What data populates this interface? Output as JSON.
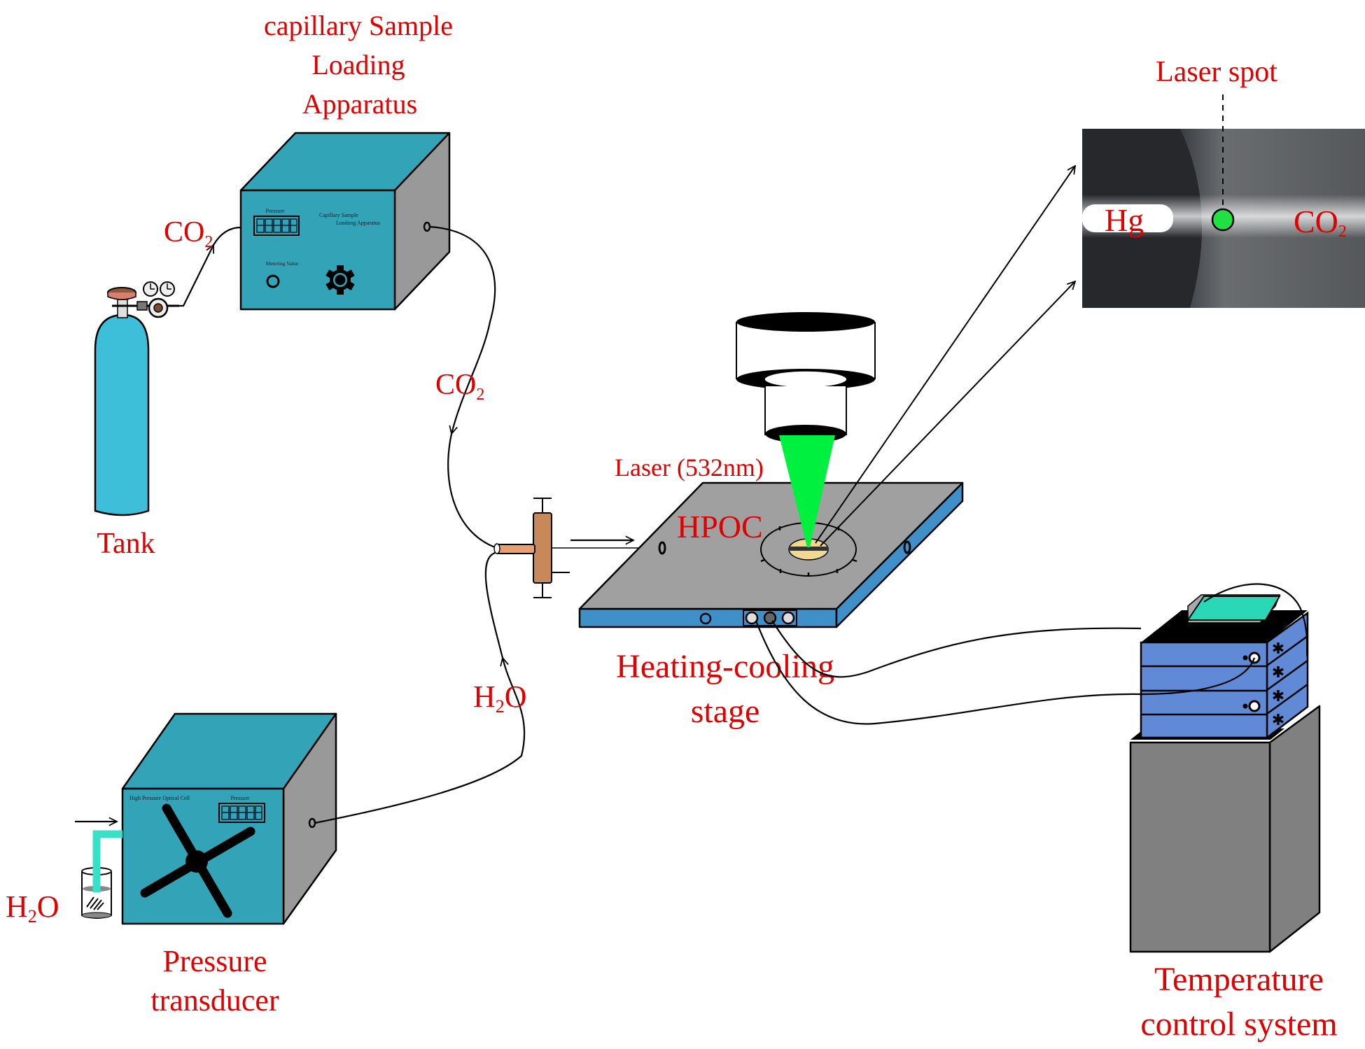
{
  "title": "Experimental setup: high-pressure optical cell with laser Raman measurement",
  "colors": {
    "label_red": "#e00000",
    "teal_box": "#33a3b8",
    "grey_side": "#999999",
    "tank": "#3dbfda",
    "laser_green": "#00f040",
    "stage_top": "#a0a0a0",
    "stage_edge": "#3f8fc8",
    "valve_brown": "#c8885a",
    "rack_blue": "#6089d6",
    "screen_cyan": "#2ad8b8"
  },
  "components": {
    "loader": {
      "label_lines": [
        "capillary Sample",
        "Loading",
        "Apparatus"
      ],
      "panel_title_line1": "Capillary Sample",
      "panel_title_line2": "Loadong  Apparatus",
      "display_label": "Pressure",
      "knob_label": "Metering  Value"
    },
    "tank": {
      "label": "Tank"
    },
    "transducer": {
      "label_lines": [
        "Pressure",
        "transducer"
      ],
      "panel_title": "High Pressure Optical Cell",
      "display_label": "Pressure"
    },
    "stage": {
      "label_lines": [
        "Heating-cooling",
        "stage"
      ],
      "cell_label": "HPOC",
      "laser_label": "Laser (532nm)"
    },
    "temperature_control": {
      "label_lines": [
        "Temperature",
        "control system"
      ]
    },
    "micrograph": {
      "spot_label": "Laser spot",
      "left_phase": "Hg",
      "right_phase_main": "CO",
      "right_phase_sub": "2"
    }
  },
  "flow_labels": {
    "tank_to_loader": {
      "main": "CO",
      "sub": "2"
    },
    "loader_to_valve": {
      "main": "CO",
      "sub": "2"
    },
    "transducer_to_valve": {
      "main_a": "H",
      "sub": "2",
      "main_b": "O"
    },
    "water_source": {
      "main_a": "H",
      "sub": "2",
      "main_b": "O"
    }
  }
}
